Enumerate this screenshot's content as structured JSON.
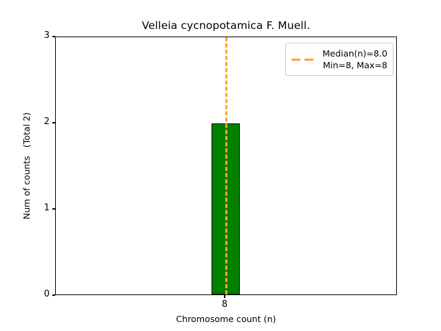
{
  "chart_data": {
    "type": "bar",
    "title": "Velleia cycnopotamica F. Muell.",
    "xlabel": "Chromosome count (n)",
    "ylabel": "Num of counts   (Total 2)",
    "categories": [
      "8"
    ],
    "values": [
      2
    ],
    "xtick_labels": [
      "8"
    ],
    "ytick_labels": [
      "0",
      "1",
      "2",
      "3"
    ],
    "ytick_values": [
      0,
      1,
      2,
      3
    ],
    "ylim": [
      0,
      3
    ],
    "grid": false,
    "legend_position": "upper right",
    "bar_color": "#008000",
    "bar_edge_color": "#000000",
    "median_line_color": "#ffa726",
    "median_value": 8,
    "annotations": {
      "median_label": "Median(n)=8.0",
      "range_label": "Min=8, Max=8"
    },
    "series": [
      {
        "name": "counts",
        "values": [
          2
        ]
      }
    ]
  },
  "legend": {
    "entries": [
      {
        "label_line1": "Median(n)=8.0",
        "label_line2": "Min=8, Max=8",
        "swatch": "orange-dashed-line"
      }
    ]
  }
}
